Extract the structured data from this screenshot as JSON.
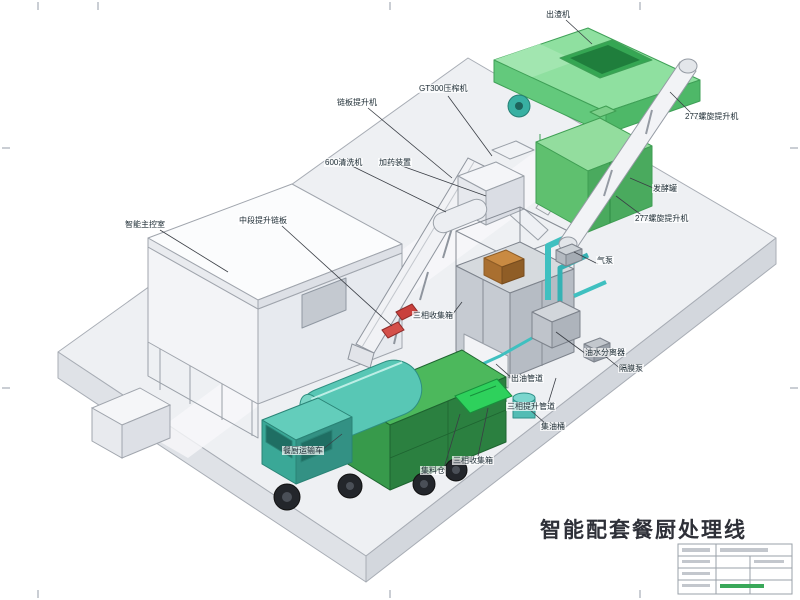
{
  "sheet": {
    "title": "智能配套餐厨处理线",
    "background": "#ffffff"
  },
  "labels": [
    {
      "id": "discharge-machine",
      "text": "出渣机"
    },
    {
      "id": "screw-elevator-top",
      "text": "277螺旋提升机"
    },
    {
      "id": "fermentation-tank",
      "text": "发酵罐"
    },
    {
      "id": "screw-elevator-mid",
      "text": "277螺旋提升机"
    },
    {
      "id": "press-machine",
      "text": "GT300压榨机"
    },
    {
      "id": "chain-plate-elevator",
      "text": "链板提升机"
    },
    {
      "id": "washer-600",
      "text": "600清洗机"
    },
    {
      "id": "dosing-device",
      "text": "加药装置"
    },
    {
      "id": "control-room",
      "text": "智能主控室"
    },
    {
      "id": "mid-lift-chain-plate",
      "text": "中段提升链板"
    },
    {
      "id": "air-pump",
      "text": "气泵"
    },
    {
      "id": "oil-water-separator",
      "text": "油水分离器"
    },
    {
      "id": "diaphragm-pump",
      "text": "隔膜泵"
    },
    {
      "id": "oil-outlet-pipe",
      "text": "出油管道"
    },
    {
      "id": "three-phase-tank-upper",
      "text": "三相收集箱"
    },
    {
      "id": "three-phase-lift-pipe",
      "text": "三相提升管道"
    },
    {
      "id": "oil-barrel",
      "text": "集油桶"
    },
    {
      "id": "three-phase-tank-lower",
      "text": "三相收集箱"
    },
    {
      "id": "feed-hopper",
      "text": "集料仓"
    },
    {
      "id": "transport-truck",
      "text": "餐厨运输车"
    }
  ],
  "colors": {
    "platform_gray": "#eef0f3",
    "machine_green_light": "#8fe0a0",
    "machine_green": "#4cb85c",
    "truck_teal": "#58c7b5",
    "pipe_cyan": "#3fc0c0",
    "bright_green": "#2ed15c",
    "label_text": "#1c2b33",
    "leader_line": "#3a3e45",
    "title_text": "#2e3038"
  }
}
